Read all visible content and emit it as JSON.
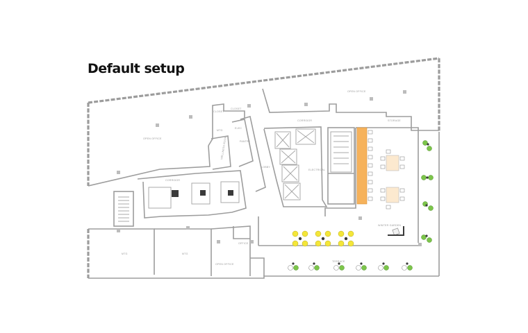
{
  "title": "Default setup",
  "labels": {
    "open_office_top": "OPEN OFFICE",
    "open_office_left": "OPEN OFFICE",
    "corridor_top": "CORRIDOR",
    "storage": "STORAGE",
    "wellness": "WELLNESS ROOM",
    "pantry": "PANTRY",
    "corridor_left": "CORRIDOR",
    "elec_mid": "ELEC",
    "elevators": "ELECTRICAL",
    "lobby": "LOBBY",
    "mtg_left": "MTG",
    "mtg_mid": "MTG",
    "mtg_small": "MTG",
    "office": "OFFICE",
    "open_office_bottom": "OPEN OFFICE",
    "winter_garden": "WINTER GARDEN",
    "terrace": "TERRACE",
    "closet_a": "CLOSET",
    "closet_b": "CLOSET"
  },
  "colors": {
    "wall": "#9d9d9d",
    "standing_desks": "#f6b25b",
    "tables": "#fce9cf",
    "lounge_chairs": "#f4e63a",
    "terrace_chairs": "#7cc54a",
    "text": "#111111"
  }
}
